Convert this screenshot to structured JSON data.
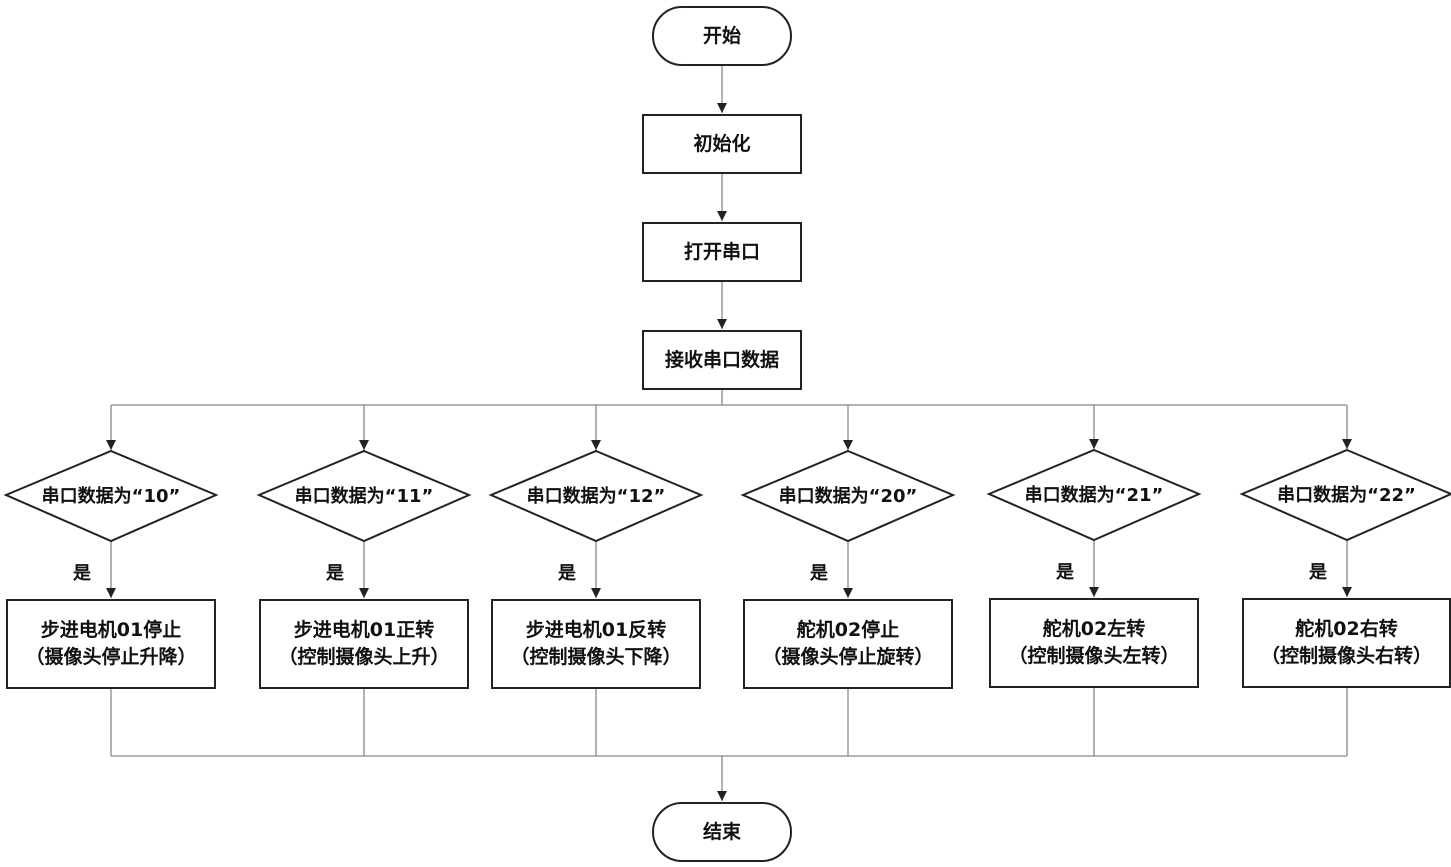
{
  "start": {
    "label": "开始"
  },
  "end": {
    "label": "结束"
  },
  "steps": [
    {
      "label": "初始化"
    },
    {
      "label": "打开串口"
    },
    {
      "label": "接收串口数据"
    }
  ],
  "yes_label": "是",
  "branches": [
    {
      "condition": "串口数据为“10”",
      "action_line1": "步进电机01停止",
      "action_line2": "（摄像头停止升降）"
    },
    {
      "condition": "串口数据为“11”",
      "action_line1": "步进电机01正转",
      "action_line2": "（控制摄像头上升）"
    },
    {
      "condition": "串口数据为“12”",
      "action_line1": "步进电机01反转",
      "action_line2": "（控制摄像头下降）"
    },
    {
      "condition": "串口数据为“20”",
      "action_line1": "舵机02停止",
      "action_line2": "（摄像头停止旋转）"
    },
    {
      "condition": "串口数据为“21”",
      "action_line1": "舵机02左转",
      "action_line2": "（控制摄像头左转）"
    },
    {
      "condition": "串口数据为“22”",
      "action_line1": "舵机02右转",
      "action_line2": "（控制摄像头右转）"
    }
  ]
}
